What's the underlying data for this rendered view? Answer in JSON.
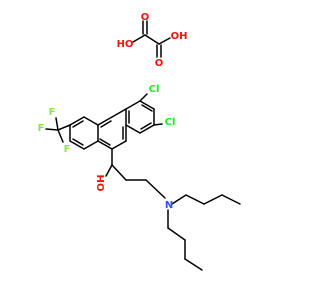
{
  "colors": {
    "background": "#ffffff",
    "bond": "#000000",
    "oxygen": "#ff0d0d",
    "chlorine": "#1ff01f",
    "fluorine": "#90e050",
    "nitrogen": "#3050f8"
  },
  "oxalic_acid": {
    "labels": {
      "ho_left": "HO",
      "o_top": "O",
      "o_bottom": "O",
      "oh_right": "OH"
    }
  },
  "halofantrine": {
    "labels": {
      "cl_top": "Cl",
      "cl_right": "Cl",
      "f_1": "F",
      "f_2": "F",
      "f_3": "F",
      "oh": "OH",
      "n": "N"
    }
  }
}
